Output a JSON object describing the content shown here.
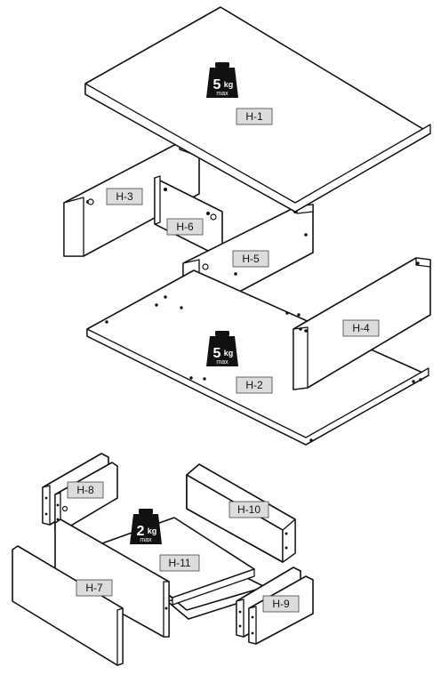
{
  "parts": {
    "h1": "H-1",
    "h2": "H-2",
    "h3": "H-3",
    "h4": "H-4",
    "h5": "H-5",
    "h6": "H-6",
    "h7": "H-7",
    "h8": "H-8",
    "h9": "H-9",
    "h10": "H-10",
    "h11": "H-11"
  },
  "weights": {
    "top_panel": {
      "value": "5",
      "unit": "kg",
      "note": "max",
      "icon": "weight-icon"
    },
    "middle_panel": {
      "value": "5",
      "unit": "kg",
      "note": "max",
      "icon": "weight-icon"
    },
    "drawer_bottom": {
      "value": "2",
      "unit": "kg",
      "note": "max",
      "icon": "weight-icon"
    }
  }
}
